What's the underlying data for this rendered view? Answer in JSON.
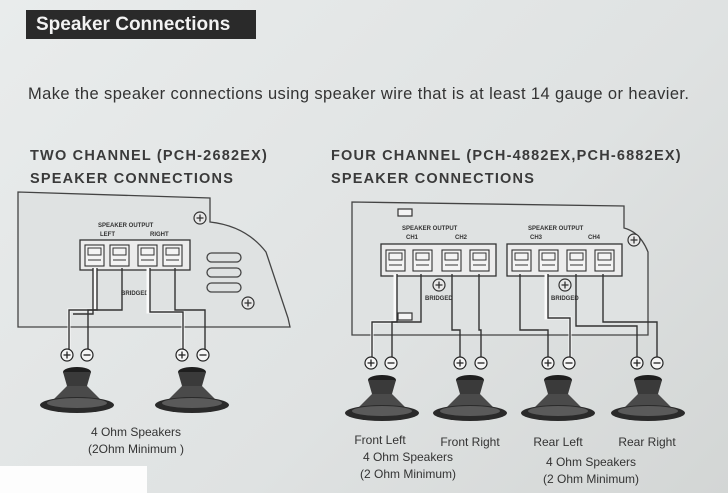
{
  "title": "Speaker Connections",
  "intro": "Make the speaker connections using speaker wire that is at least 14 gauge or heavier.",
  "two_channel": {
    "heading_line1": "TWO CHANNEL (PCH-2682EX)",
    "heading_line2": "SPEAKER CONNECTIONS",
    "output_label": "SPEAKER OUTPUT",
    "left_label": "LEFT",
    "right_label": "RIGHT",
    "bridged_label": "BRIDGED",
    "caption_line1": "4 Ohm Speakers",
    "caption_line2": "(2Ohm Minimum )"
  },
  "four_channel": {
    "heading_line1": "FOUR CHANNEL (PCH-4882EX,PCH-6882EX)",
    "heading_line2": "SPEAKER CONNECTIONS",
    "output_label_a": "SPEAKER OUTPUT",
    "output_label_b": "SPEAKER OUTPUT",
    "ch1": "CH1",
    "ch2": "CH2",
    "ch3": "CH3",
    "ch4": "CH4",
    "bridged_label_a": "BRIDGED",
    "bridged_label_b": "BRIDGED",
    "front_left": "Front Left",
    "front_right": "Front Right",
    "rear_left": "Rear Left",
    "rear_right": "Rear Right",
    "front_caption_line1": "4 Ohm Speakers",
    "front_caption_line2": "(2 Ohm Minimum)",
    "rear_caption_line1": "4 Ohm Speakers",
    "rear_caption_line2": "(2 Ohm Minimum)"
  }
}
